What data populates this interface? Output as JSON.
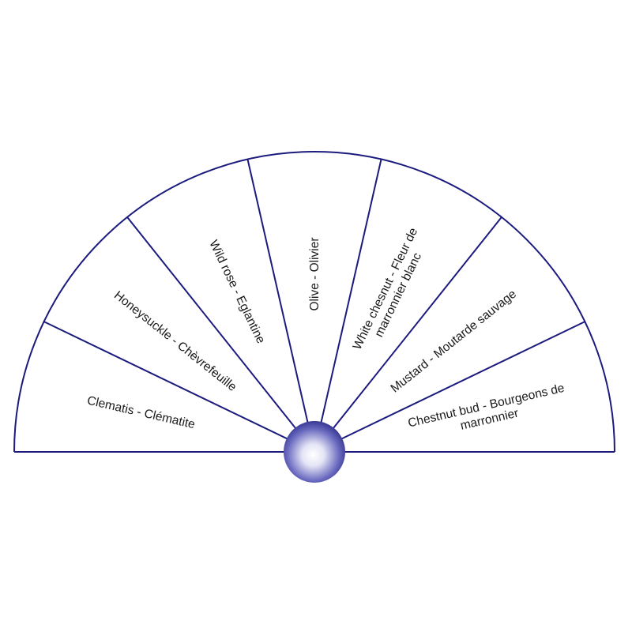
{
  "colors": {
    "stroke": "#1b1b7e",
    "background": "#ffffff",
    "text": "#1a1a1a",
    "knob_light": "#ffffff",
    "knob_dark": "#2a2a8c"
  },
  "segments": [
    {
      "lines": [
        "Clematis - Clématite"
      ]
    },
    {
      "lines": [
        "Honeysuckle - Chèvrefeuille"
      ]
    },
    {
      "lines": [
        "Wild rose - Eglantine"
      ]
    },
    {
      "lines": [
        "Olive - Olivier"
      ]
    },
    {
      "lines": [
        "White chesnut - Fleur de",
        "marronnier blanc"
      ]
    },
    {
      "lines": [
        "Mustard - Moutarde sauvage"
      ]
    },
    {
      "lines": [
        "Chestnut bud - Bourgeons de",
        "marronnier"
      ]
    }
  ]
}
